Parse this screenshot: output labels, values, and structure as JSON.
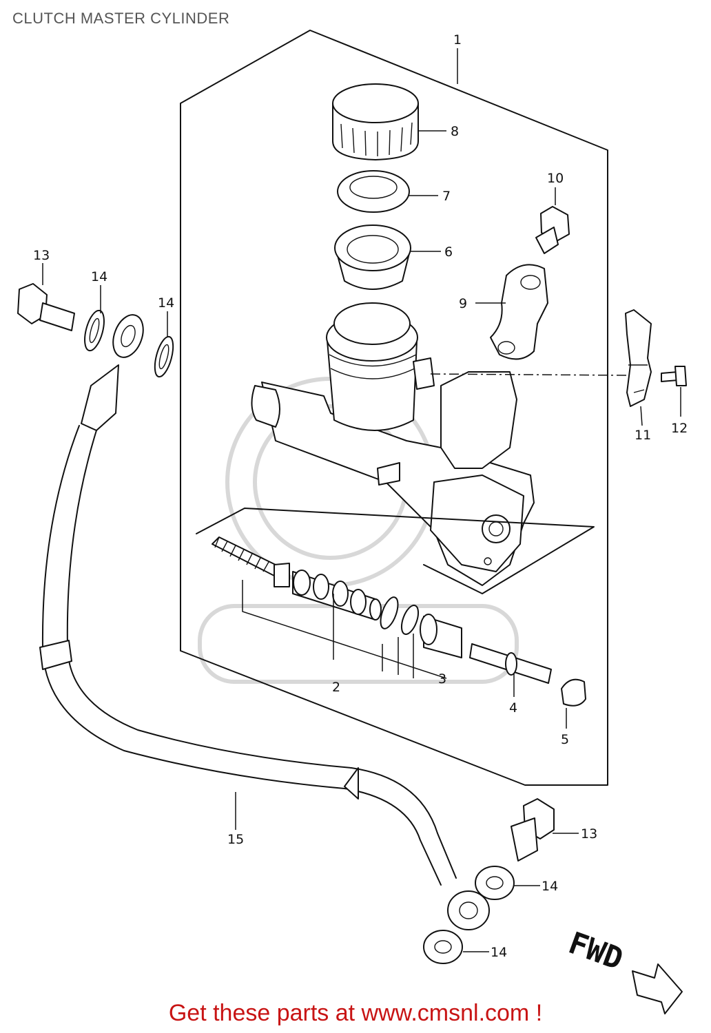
{
  "title": "CLUTCH MASTER CYLINDER",
  "footer": "Get these parts at www.cmsnl.com !",
  "direction_label": "FWD",
  "callouts": {
    "c1": "1",
    "c2": "2",
    "c3": "3",
    "c4": "4",
    "c5": "5",
    "c6": "6",
    "c7": "7",
    "c8": "8",
    "c9": "9",
    "c10": "10",
    "c11": "11",
    "c12": "12",
    "c13a": "13",
    "c13b": "13",
    "c14a": "14",
    "c14b": "14",
    "c14c": "14",
    "c14d": "14",
    "c15": "15"
  },
  "colors": {
    "footer": "#c81414",
    "title": "#555555",
    "line": "#111111"
  }
}
